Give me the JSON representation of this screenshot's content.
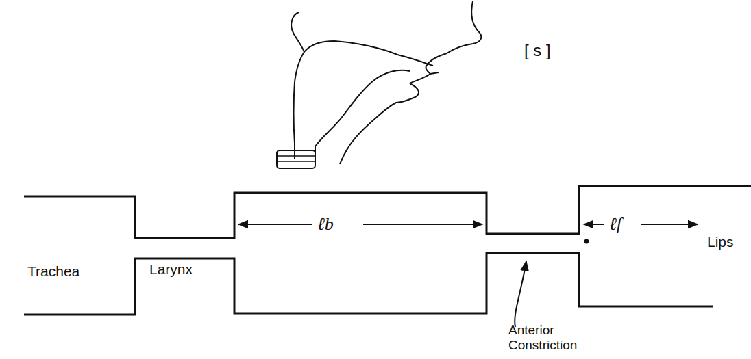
{
  "diagram": {
    "labels": [
      "[ s ]",
      "Trachea",
      "Larynx",
      "ℓb",
      "ℓf",
      "Lips",
      "Anterior Constriction"
    ]
  }
}
